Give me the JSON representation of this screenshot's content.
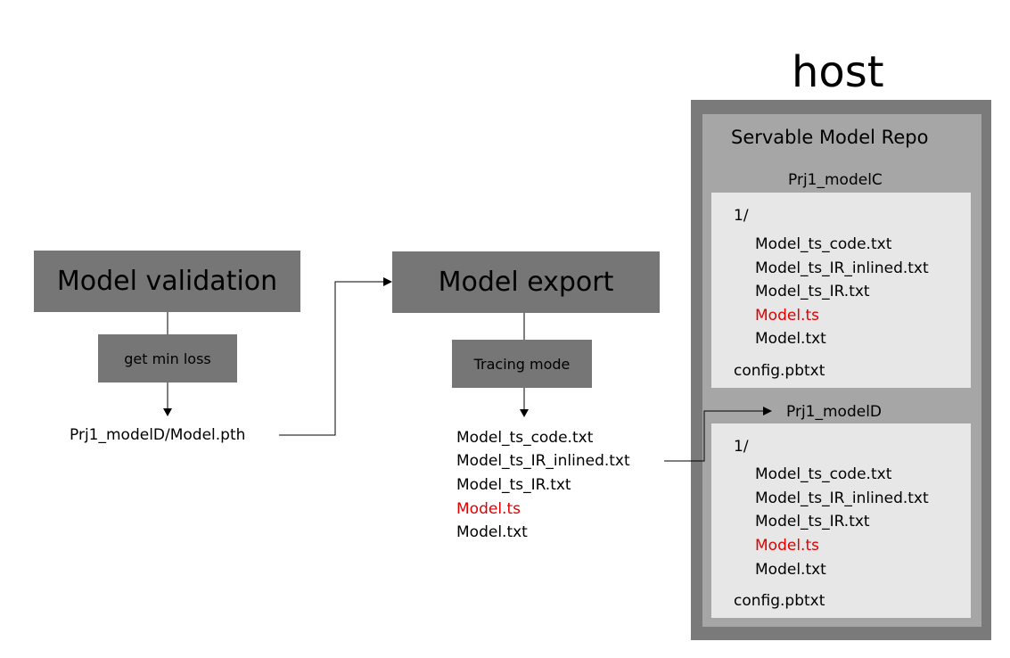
{
  "host_label": "host",
  "left": {
    "title": "Model validation",
    "step": "get min loss",
    "output": "Prj1_modelD/Model.pth"
  },
  "middle": {
    "title": "Model export",
    "step": "Tracing mode",
    "files": [
      "Model_ts_code.txt",
      "Model_ts_IR_inlined.txt",
      "Model_ts_IR.txt",
      "Model.ts",
      "Model.txt"
    ]
  },
  "repo": {
    "title": "Servable Model Repo",
    "models": [
      {
        "name": "Prj1_modelC",
        "version_dir": "1/",
        "files": [
          "Model_ts_code.txt",
          "Model_ts_IR_inlined.txt",
          "Model_ts_IR.txt",
          "Model.ts",
          "Model.txt"
        ],
        "config": "config.pbtxt"
      },
      {
        "name": "Prj1_modelD",
        "version_dir": "1/",
        "files": [
          "Model_ts_code.txt",
          "Model_ts_IR_inlined.txt",
          "Model_ts_IR.txt",
          "Model.ts",
          "Model.txt"
        ],
        "config": "config.pbtxt"
      }
    ]
  },
  "colors": {
    "dark_box": "#767676",
    "host_border": "#7a7a7a",
    "repo_fill": "#a6a6a6",
    "inner_fill": "#e7e7e7",
    "highlight_text": "#e00000"
  }
}
